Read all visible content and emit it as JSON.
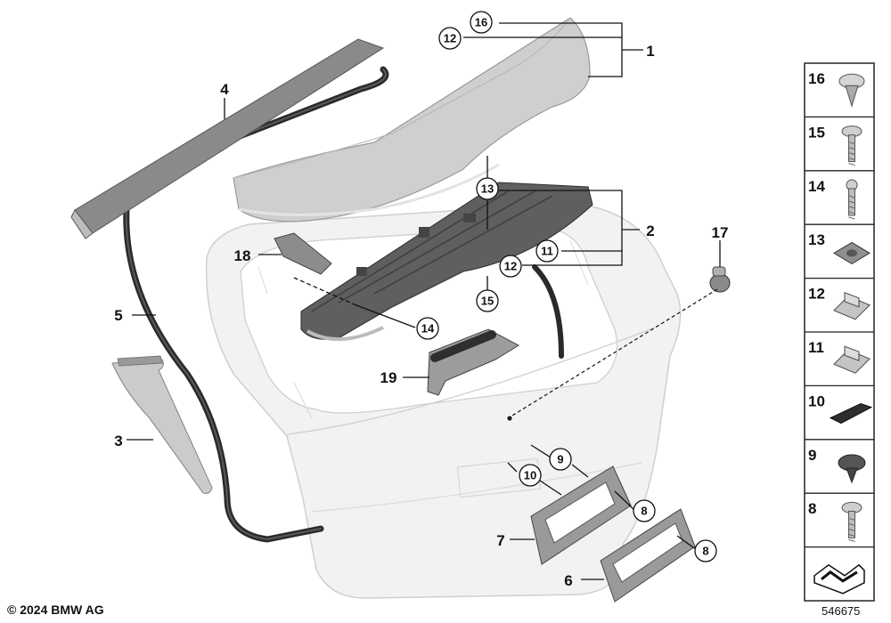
{
  "footer": {
    "copyright": "© 2024 BMW AG",
    "diagram_id": "546675"
  },
  "callouts": [
    {
      "label": "1",
      "style": "plain"
    },
    {
      "label": "2",
      "style": "plain"
    },
    {
      "label": "3",
      "style": "plain"
    },
    {
      "label": "4",
      "style": "plain"
    },
    {
      "label": "5",
      "style": "plain"
    },
    {
      "label": "6",
      "style": "plain"
    },
    {
      "label": "7",
      "style": "plain"
    },
    {
      "label": "17",
      "style": "plain"
    },
    {
      "label": "18",
      "style": "plain"
    },
    {
      "label": "19",
      "style": "plain"
    },
    {
      "label": "16",
      "style": "circled"
    },
    {
      "label": "12",
      "style": "circled"
    },
    {
      "label": "13",
      "style": "circled"
    },
    {
      "label": "11",
      "style": "circled"
    },
    {
      "label": "12",
      "style": "circled"
    },
    {
      "label": "15",
      "style": "circled"
    },
    {
      "label": "14",
      "style": "circled"
    },
    {
      "label": "9",
      "style": "circled"
    },
    {
      "label": "10",
      "style": "circled"
    },
    {
      "label": "8",
      "style": "circled"
    },
    {
      "label": "8",
      "style": "circled"
    }
  ],
  "legend": [
    {
      "number": "16",
      "icon": "expanding-rivet-icon"
    },
    {
      "number": "15",
      "icon": "flange-screw-icon"
    },
    {
      "number": "14",
      "icon": "hex-bolt-icon"
    },
    {
      "number": "13",
      "icon": "square-nut-icon"
    },
    {
      "number": "12",
      "icon": "clip-nut-icon"
    },
    {
      "number": "11",
      "icon": "spring-nut-icon"
    },
    {
      "number": "10",
      "icon": "foam-pad-icon"
    },
    {
      "number": "9",
      "icon": "plastic-rivet-icon"
    },
    {
      "number": "8",
      "icon": "torx-screw-icon"
    },
    {
      "number": "",
      "icon": "gasket-symbol-icon"
    }
  ]
}
